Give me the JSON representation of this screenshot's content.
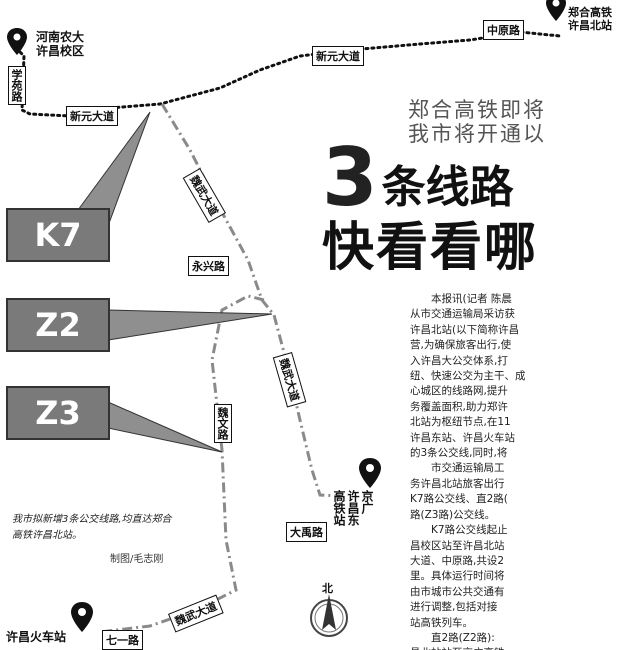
{
  "headline": {
    "line1": "郑合高铁即将",
    "line2": "我市将开通以",
    "big_number": "3",
    "big_line1": "条线路",
    "big_line2": "快看看哪"
  },
  "routes": [
    {
      "label": "K7"
    },
    {
      "label": "Z2"
    },
    {
      "label": "Z3"
    }
  ],
  "places": {
    "hnau": "河南农大\n许昌校区",
    "zhenghe": "郑合高铁\n许昌北站",
    "xuchang_station": "许昌火车站",
    "east_station": "京广\n许昌东\n高铁站"
  },
  "roads": {
    "xinyuan_top": "新元大道",
    "zhongyuan": "中原路",
    "xinyuan_left": "新元大道",
    "xueyuan": "学苑路",
    "weiwu_upper": "魏武大道",
    "yongxing": "永兴路",
    "weiwu_lower": "魏武大道",
    "weiwen": "魏文路",
    "weiwu_bottom": "魏武大道",
    "qiyi": "七一路",
    "dayu": "大禹路"
  },
  "north_label": "北",
  "article": [
    "　　本报讯(记者 陈晨",
    "从市交通运输局采访获",
    "许昌北站(以下简称许昌",
    "营,为确保旅客出行,使",
    "入许昌大公交体系,打",
    "纽、快速公交为主干、成",
    "心城区的线路网,提升",
    "务覆盖面积,助力郑许",
    "北站为枢纽节点,在11",
    "许昌东站、许昌火车站",
    "的3条公交线,同时,将",
    "　　市交通运输局工",
    "务许昌北站旅客出行",
    "K7路公交线、直2路(",
    "路(Z3路)公交线。",
    "　　K7路公交线起止",
    "昌校区站至许昌北站",
    "大道、中原路,共设2",
    "里。具体运行时间将",
    "由市城市公共交通有",
    "进行调整,包括对接",
    "站高铁列车。",
    "　　直2路(Z2路):",
    "昌北站站至京广高铁"
  ],
  "caption": "我市拟新增3条公交线路,均直达郑合高铁许昌北站。",
  "credit": "制图/毛志刚"
}
